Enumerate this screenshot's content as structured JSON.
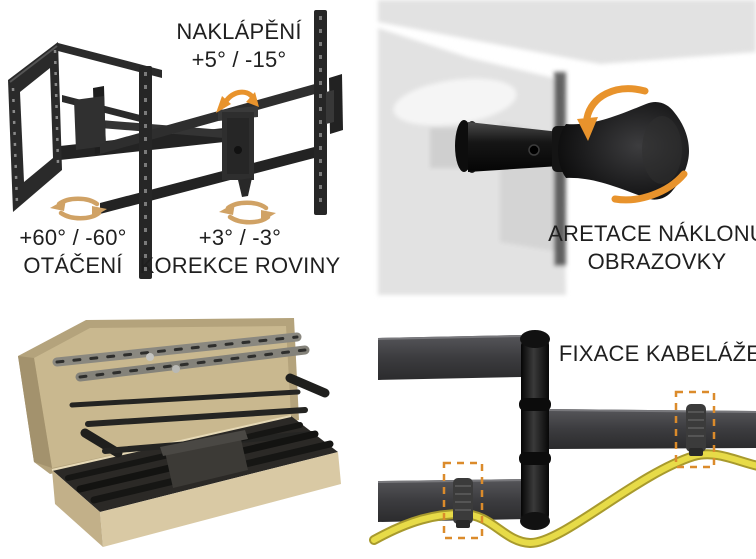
{
  "sections": {
    "tilt": {
      "title": "NAKLÁPĚNÍ",
      "range": "+5° / -15°",
      "swivel_range": "+60° / -60°",
      "swivel_label": "OTÁČENÍ",
      "level_range": "+3° / -3°",
      "level_label": "KOREKCE ROVINY"
    },
    "tilt_lock": {
      "line1": "ARETACE NÁKLONU",
      "line2": "OBRAZOVKY"
    },
    "cable_management": {
      "label": "FIXACE KABELÁŽE"
    }
  },
  "icons": {
    "tilt_arrow": "double-curved-arrow",
    "swivel_arrow": "circular-rotation-arrow",
    "level_arrow": "circular-rotation-arrow",
    "knob_rotate_arrow": "circular-rotation-arrow",
    "cable_strap_highlight": "dashed-rectangle"
  },
  "colors": {
    "accent_orange": "#E8932C",
    "accent_tan": "#D0A265",
    "dashed_highlight": "#DB8B2B",
    "cable_yellow": "#E7DB48",
    "cable_outline": "#A89A2D",
    "metal_dark": "#262626",
    "box_cardboard": "#C9B88F",
    "ghost_gray": "#E2E2E2",
    "text": "#1F1F1F"
  }
}
